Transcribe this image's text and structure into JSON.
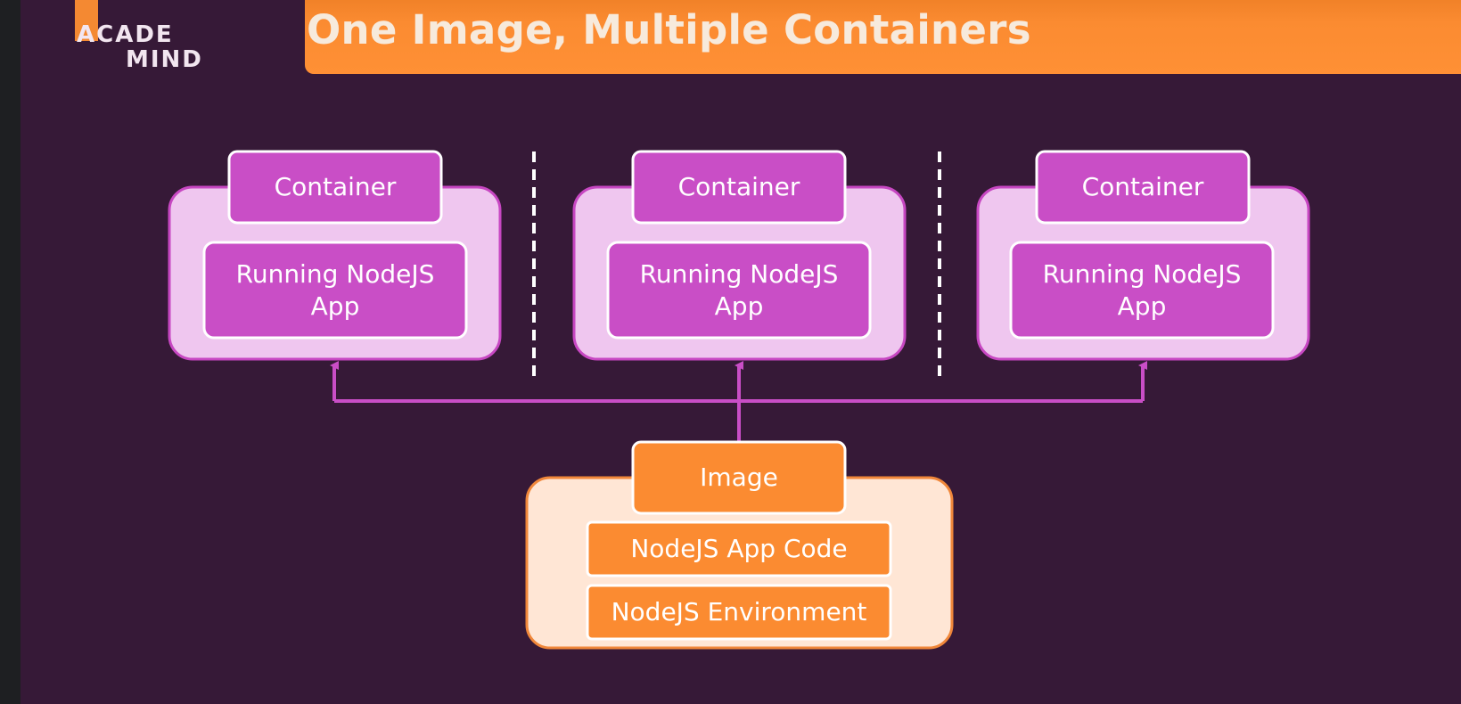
{
  "slide": {
    "title": "One Image, Multiple Containers",
    "logo": {
      "line1": "ACADE",
      "line2": "MIND"
    }
  },
  "containers": [
    {
      "header": "Container",
      "body": "Running NodeJS App"
    },
    {
      "header": "Container",
      "body": "Running NodeJS App"
    },
    {
      "header": "Container",
      "body": "Running NodeJS App"
    }
  ],
  "image": {
    "header": "Image",
    "layers": [
      "NodeJS App Code",
      "NodeJS Environment"
    ]
  },
  "colors": {
    "background": "#361937",
    "title_bar": "#fb8b31",
    "title_text": "#f7eadc",
    "container_outer": "#efc6ef",
    "container_border": "#c747c2",
    "container_box": "#c94ec6",
    "arrow": "#c94ec6",
    "image_outer": "#ffe6d5",
    "image_border": "#f0873a",
    "image_box": "#fb8b31"
  }
}
